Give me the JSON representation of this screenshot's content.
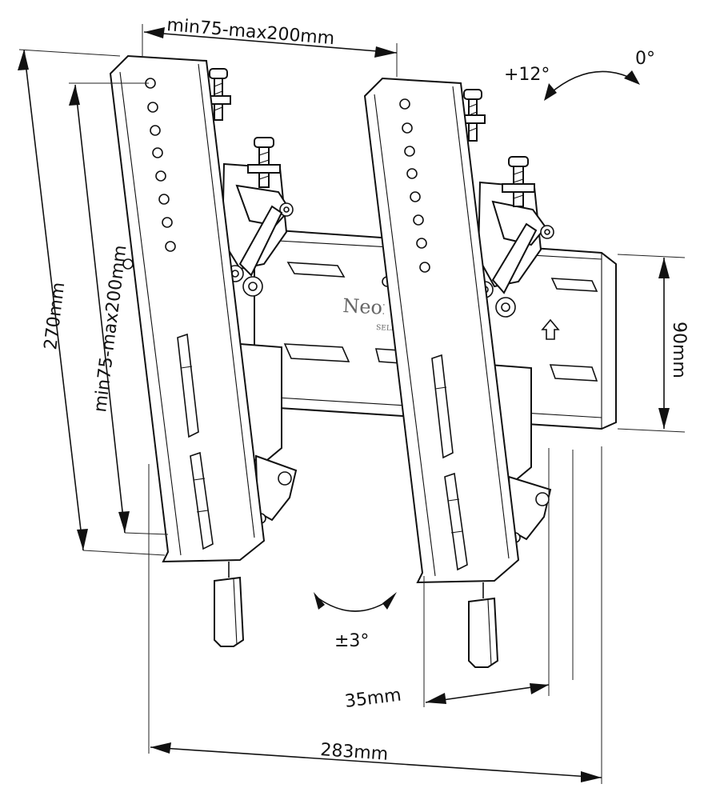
{
  "dimensions": {
    "top_width": "min75-max200mm",
    "total_height": "270mm",
    "inner_height": "min75-max200mm",
    "wall_plate_height": "90mm",
    "depth": "35mm",
    "wall_plate_width": "283mm"
  },
  "angles": {
    "tilt_max": "+12°",
    "tilt_min": "0°",
    "level_adjust": "±3°"
  },
  "brand": {
    "logo": "Neomounts",
    "sublabel": "SELECT"
  },
  "icons": [
    "up-arrow-icon",
    "tilt-arrow-icon",
    "level-arrow-icon"
  ],
  "colors": {
    "line": "#111111",
    "background": "#ffffff"
  }
}
